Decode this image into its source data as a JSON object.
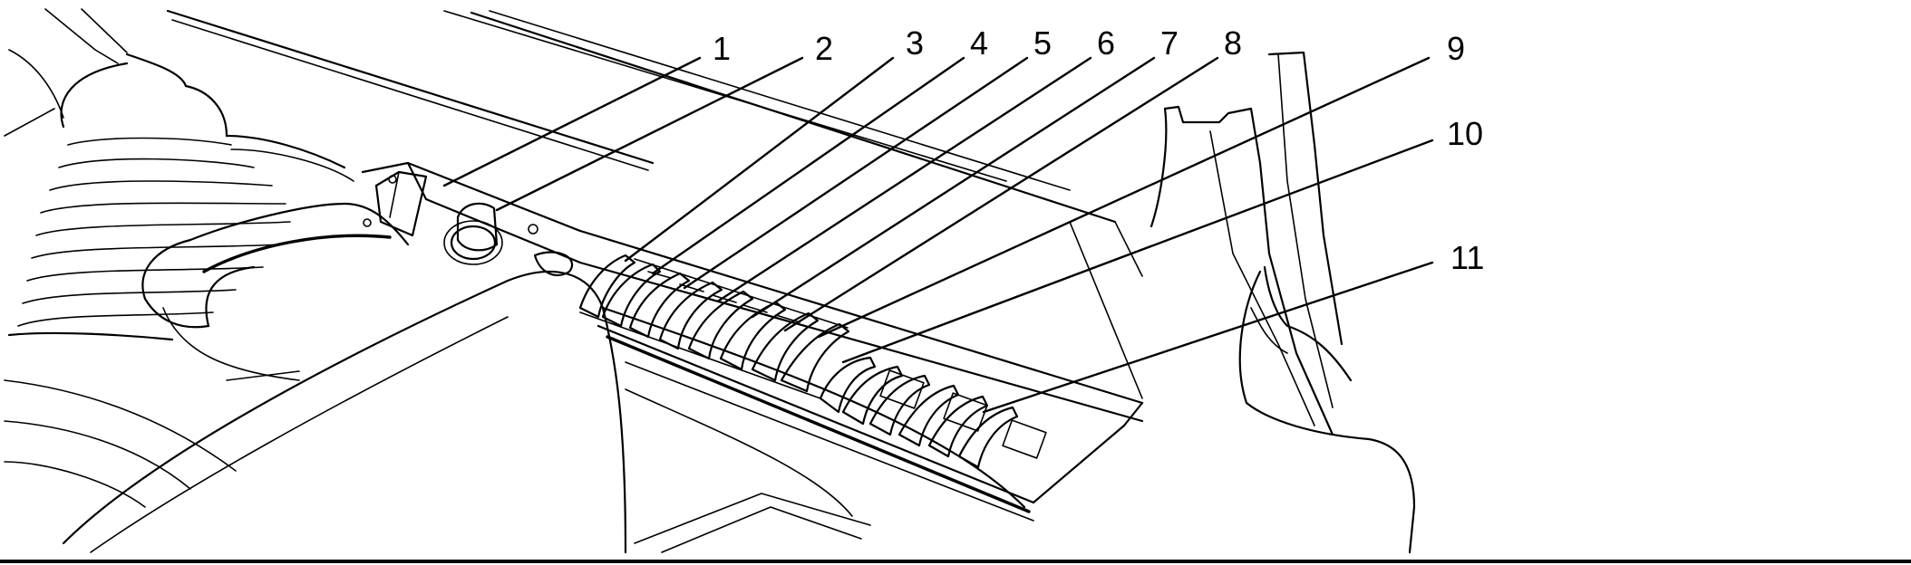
{
  "figure": {
    "callouts": [
      {
        "id": "callout-1",
        "label": "1"
      },
      {
        "id": "callout-2",
        "label": "2"
      },
      {
        "id": "callout-3",
        "label": "3"
      },
      {
        "id": "callout-4",
        "label": "4"
      },
      {
        "id": "callout-5",
        "label": "5"
      },
      {
        "id": "callout-6",
        "label": "6"
      },
      {
        "id": "callout-7",
        "label": "7"
      },
      {
        "id": "callout-8",
        "label": "8"
      },
      {
        "id": "callout-9",
        "label": "9"
      },
      {
        "id": "callout-10",
        "label": "10"
      },
      {
        "id": "callout-11",
        "label": "11"
      }
    ]
  },
  "colors": {
    "line": "#000000",
    "background": "#ffffff"
  }
}
